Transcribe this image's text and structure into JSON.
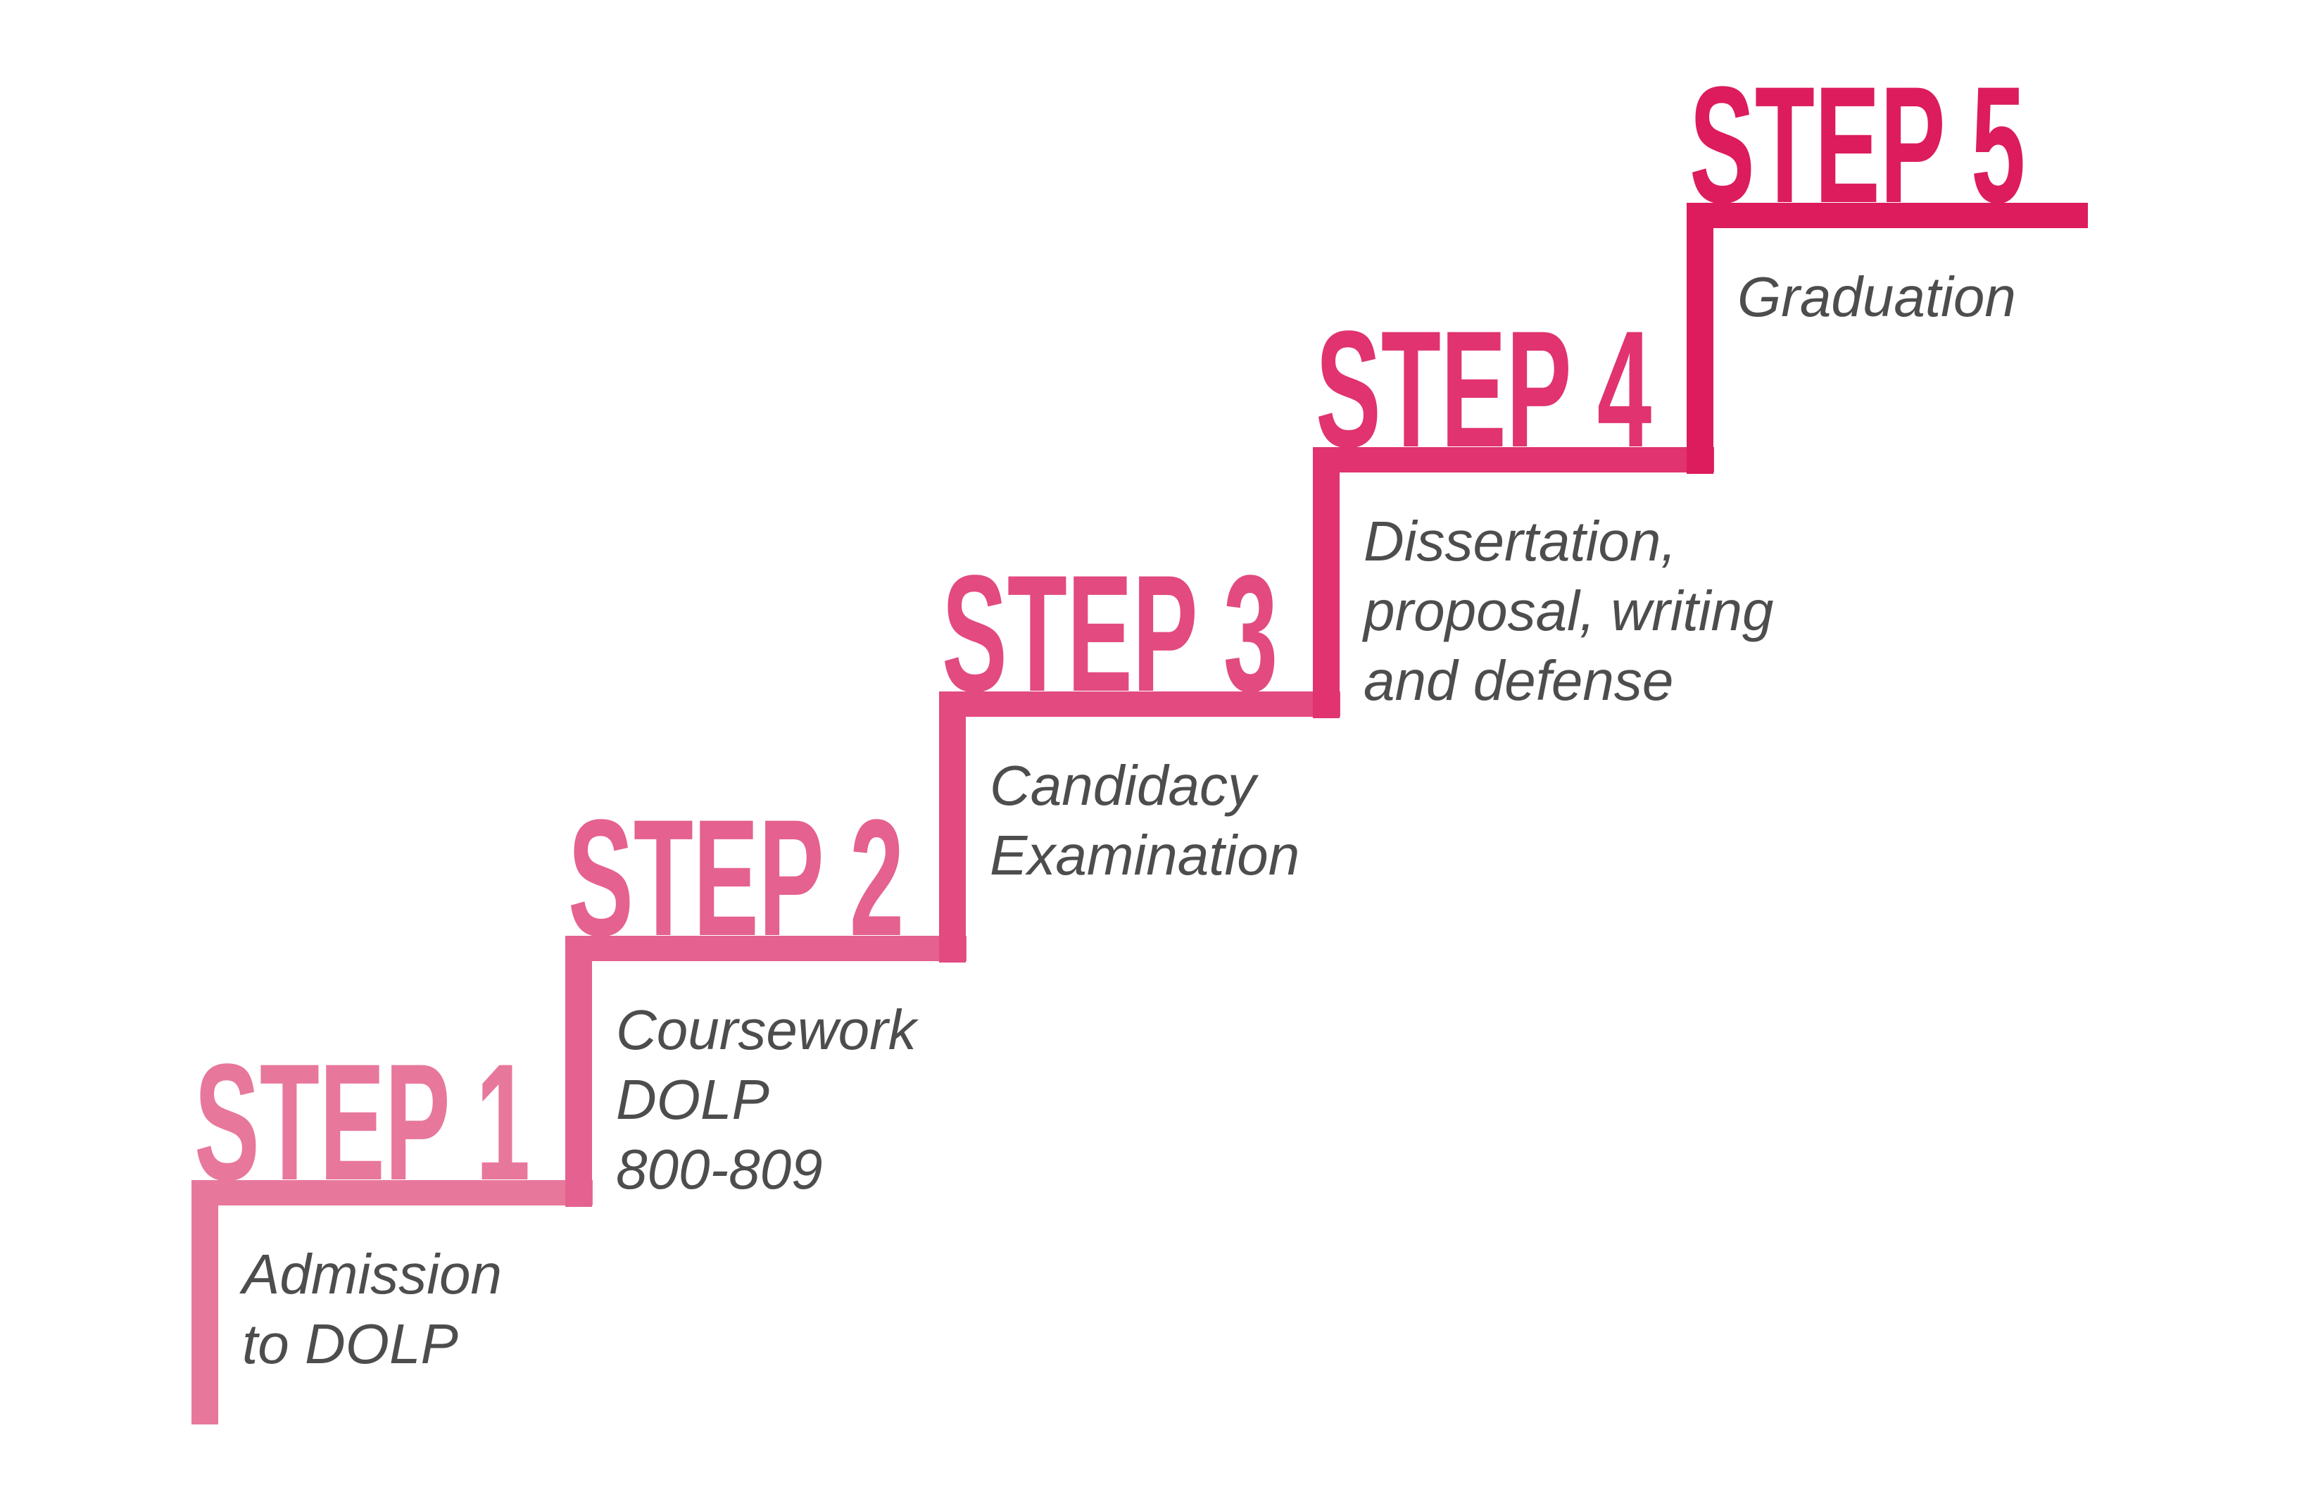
{
  "steps": [
    {
      "title": "STEP 1",
      "description": [
        "Admission",
        "to DOLP"
      ],
      "color": "#e8779c"
    },
    {
      "title": "STEP 2",
      "description": [
        "Coursework",
        "DOLP",
        "800-809"
      ],
      "color": "#e5618f"
    },
    {
      "title": "STEP 3",
      "description": [
        "Candidacy",
        "Examination"
      ],
      "color": "#e24a80"
    },
    {
      "title": "STEP 4",
      "description": [
        "Dissertation,",
        "proposal, writing",
        "and defense"
      ],
      "color": "#e0336f"
    },
    {
      "title": "STEP 5",
      "description": [
        "Graduation"
      ],
      "color": "#dc1c5c"
    }
  ]
}
